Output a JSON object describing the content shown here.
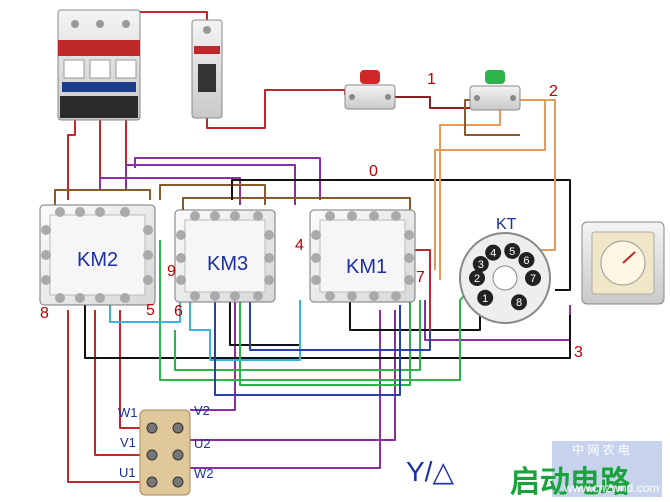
{
  "labels": {
    "n1": "1",
    "n2": "2",
    "n0": "0",
    "n3": "3",
    "n4": "4",
    "n5": "5",
    "n6": "6",
    "n7": "7",
    "n8": "8",
    "n9": "9"
  },
  "contactors": {
    "km2": "KM2",
    "km3": "KM3",
    "km1": "KM1"
  },
  "timer": {
    "label": "KT",
    "pins": [
      "1",
      "2",
      "3",
      "4",
      "5",
      "6",
      "7",
      "8"
    ]
  },
  "terminals": {
    "w1": "W1",
    "v1": "V1",
    "u1": "U1",
    "v2": "V2",
    "u2": "U2",
    "w2": "W2"
  },
  "caption": "Y/△",
  "brand": {
    "top": "中 网 农 电",
    "main": "启动电路",
    "url": "www.cnzwnd.com"
  },
  "colors": {
    "wire_red": "#c0282c",
    "wire_purple": "#8a2fa0",
    "wire_brown": "#8a5a2a",
    "wire_black": "#111111",
    "wire_green": "#2cb34a",
    "wire_cyan": "#35b8d8",
    "wire_orange": "#e39a5a",
    "wire_blue": "#2a3fa8",
    "label_red": "#c00000",
    "label_blue": "#1a2fa8"
  }
}
